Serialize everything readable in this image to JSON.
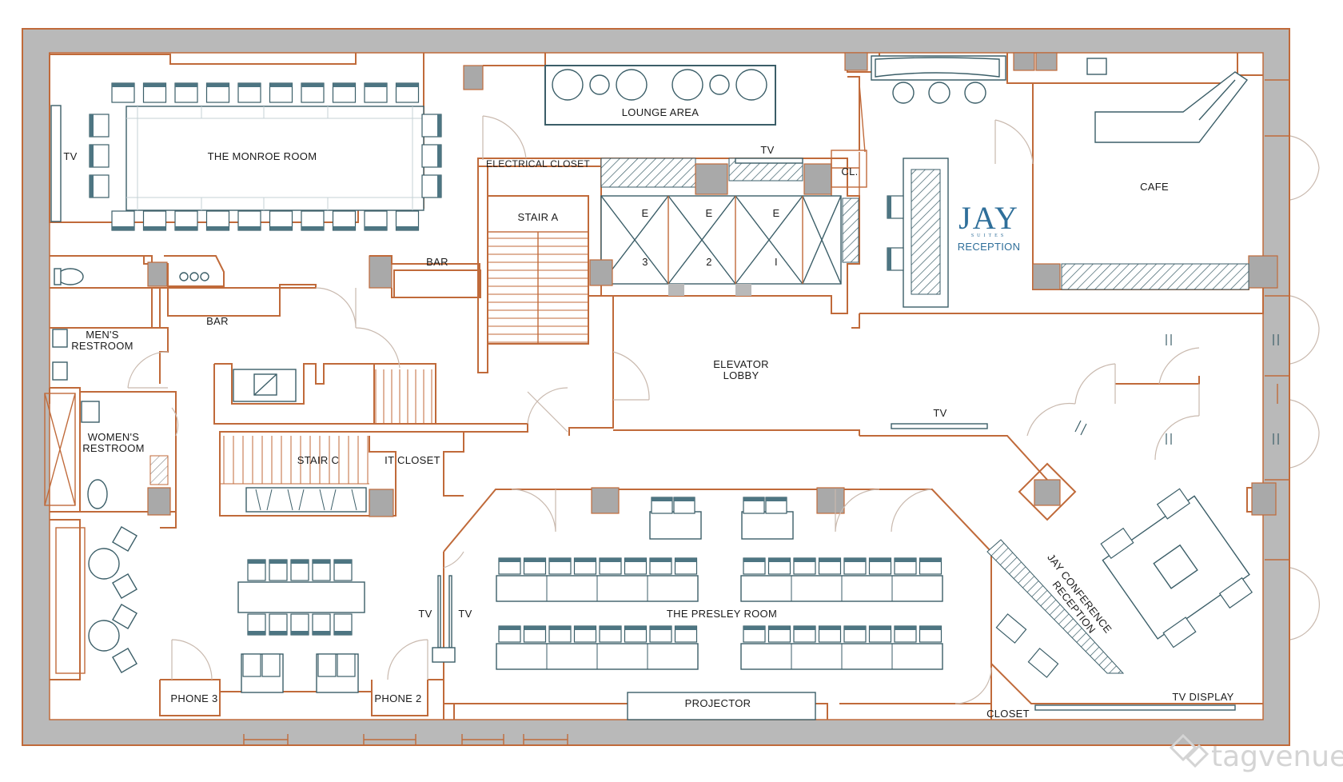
{
  "rooms": {
    "lounge": "LOUNGE AREA",
    "monroe": "THE MONROE ROOM",
    "tv": "TV",
    "electrical": "ELECTRICAL CLOSET",
    "stair_a": "STAIR A",
    "bar": "BAR",
    "mens1": "MEN'S",
    "mens2": "RESTROOM",
    "womens1": "WOMEN'S",
    "womens2": "RESTROOM",
    "elevator_lobby1": "ELEVATOR",
    "elevator_lobby2": "LOBBY",
    "stair_c": "STAIR C",
    "it_closet": "IT CLOSET",
    "cafe": "CAFE",
    "cl": "CL.",
    "reception": "RECEPTION",
    "presley": "THE PRESLEY ROOM",
    "projector": "PROJECTOR",
    "closet": "CLOSET",
    "tv_display": "TV DISPLAY",
    "phone3": "PHONE 3",
    "phone2": "PHONE 2",
    "jay_conf1": "JAY CONFERENCE",
    "jay_conf2": "RECEPTION",
    "elev_e": "E",
    "elev_3": "3",
    "elev_2": "2",
    "elev_1": "I"
  },
  "logo": {
    "brand": "JAY",
    "tagline": "SUITES"
  },
  "watermark": "tagvenue",
  "colors": {
    "wall": "#b9b9b9",
    "accent": "#c06a3a",
    "furniture": "#3b5e68",
    "logo": "#2f6f9a"
  }
}
